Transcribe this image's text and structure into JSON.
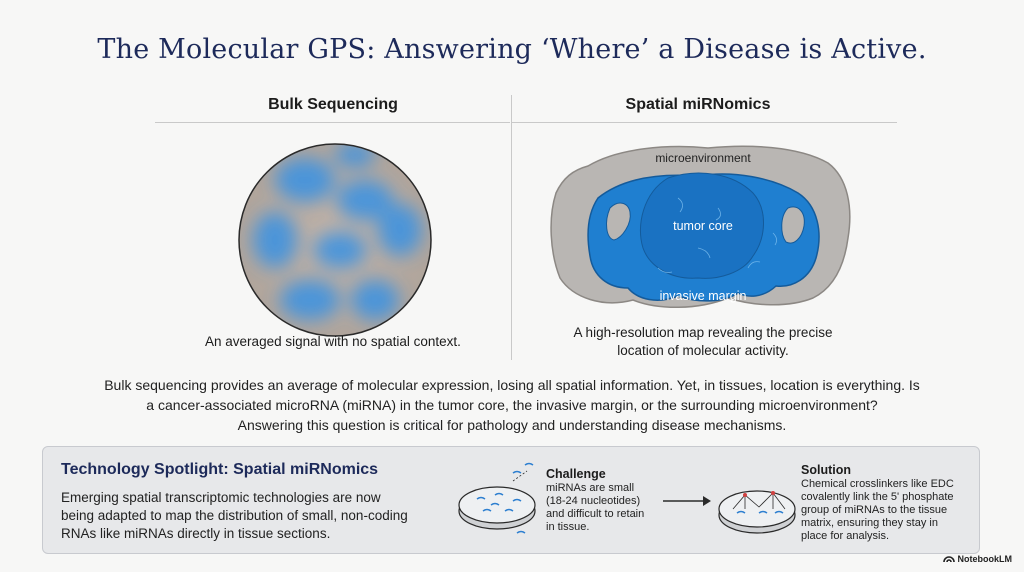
{
  "title": "The Molecular GPS: Answering ‘Where’ a Disease is Active.",
  "bulk": {
    "heading": "Bulk Sequencing",
    "caption": "An averaged signal with no spatial context."
  },
  "spatial": {
    "heading": "Spatial miRNomics",
    "label_microenvironment": "microenvironment",
    "label_tumor_core": "tumor core",
    "label_invasive_margin": "invasive margin",
    "caption_line1": "A high-resolution map revealing the precise",
    "caption_line2": "location of molecular activity."
  },
  "paragraph": {
    "line1": "Bulk sequencing provides an average of molecular expression, losing all spatial information. Yet, in tissues, location is everything. Is",
    "line2": "a cancer-associated microRNA (miRNA) in the tumor core, the invasive margin, or the surrounding microenvironment?",
    "line3": "Answering this question is critical for pathology and understanding disease mechanisms."
  },
  "spotlight": {
    "title": "Technology Spotlight: Spatial miRNomics",
    "body_line1": "Emerging spatial transcriptomic technologies are now",
    "body_line2": "being adapted to map the distribution of small, non-coding",
    "body_line3": "RNAs like miRNAs directly in tissue sections.",
    "challenge_heading": "Challenge",
    "challenge_line1": "miRNAs are small",
    "challenge_line2": "(18-24 nucleotides)",
    "challenge_line3": "and difficult to retain",
    "challenge_line4": "in tissue.",
    "solution_heading": "Solution",
    "solution_line1": "Chemical crosslinkers like EDC",
    "solution_line2": "covalently link the 5' phosphate",
    "solution_line3": "group of miRNAs to the tissue",
    "solution_line4": "matrix, ensuring they stay in",
    "solution_line5": "place for analysis."
  },
  "badge": "NotebookLM",
  "colors": {
    "title": "#1d2a5a",
    "tumor_blue": "#1f7fd0",
    "tissue_gray": "#b9b6b3",
    "bulk_tan": "#b8a89e"
  }
}
